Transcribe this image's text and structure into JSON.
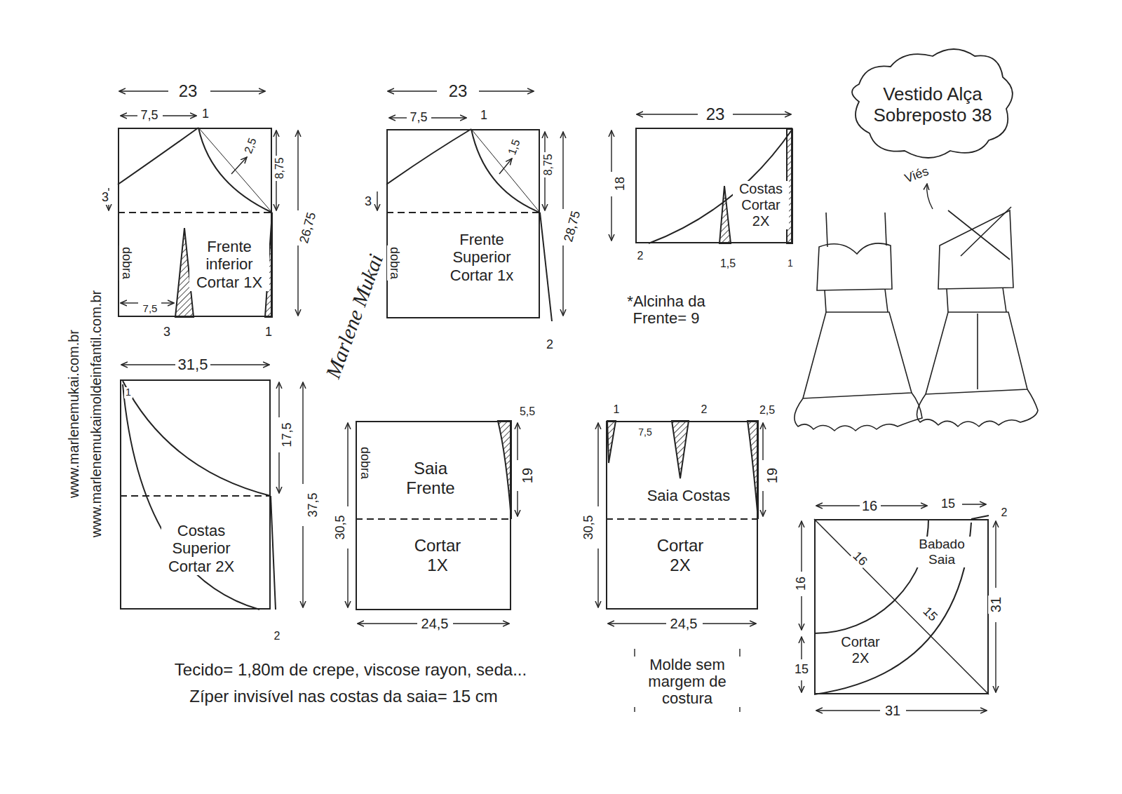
{
  "diagram": {
    "title": "Vestido Alça Sobreposto 38",
    "nodes": [
      {
        "text": [
          "Frente inferior Cortar 1X"
        ]
      },
      {
        "text": [
          "Frente Superior Cortar 1x"
        ]
      },
      {
        "text": [
          "Costas Cortar 2X"
        ]
      },
      {
        "text": [
          "Costas Superior Cortar 2X"
        ]
      },
      {
        "text": [
          "Saia Frente",
          "Cortar 1X"
        ]
      },
      {
        "text": [
          "Saia Costas",
          "Cortar 2X"
        ]
      },
      {
        "text": [
          "Babado Saia",
          "Cortar 2X"
        ]
      }
    ],
    "labels": [
      "www.marlenemukai.com.br",
      "www.marlenemukaimoldeinfantil.com.br",
      "23",
      "7,5",
      "1",
      "2,5",
      "8,75",
      "3",
      "26,75",
      "dobra",
      "7,5",
      "3",
      "1",
      "23",
      "7,5",
      "1",
      "1,5",
      "8,75",
      "3",
      "28,75",
      "dobra",
      "2",
      "23",
      "18",
      "2",
      "1,5",
      "1",
      "*Alcinha da Frente= 9",
      "31,5",
      "1",
      "17,5",
      "37,5",
      "2",
      "Marlene Mukai",
      "5,5",
      "19",
      "30,5",
      "dobra",
      "24,5",
      "1",
      "7,5",
      "2",
      "2,5",
      "19",
      "30,5",
      "24,5",
      "16",
      "15",
      "2",
      "16",
      "15",
      "16",
      "15",
      "31",
      "31",
      "Tecido= 1,80m de crepe, viscose rayon, seda...",
      "Zíper invisível nas costas da saia= 15 cm",
      "Molde sem margem de costura",
      "Viés"
    ]
  }
}
